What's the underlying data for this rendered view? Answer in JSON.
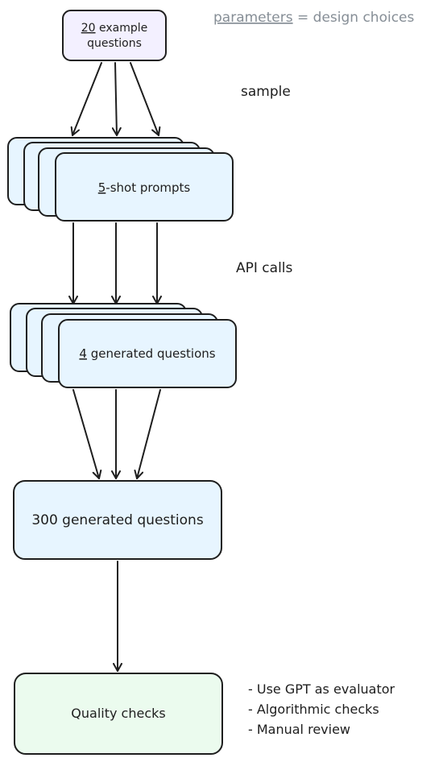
{
  "legend": {
    "param_word": "parameters",
    "rest": " = design choices",
    "param_color": "#868e96"
  },
  "colors": {
    "stroke": "#1e1e1e",
    "node_blue": "#e7f5ff",
    "node_purple": "#f3f0ff",
    "node_green": "#ebfbee"
  },
  "nodes": {
    "examples": {
      "num": "20",
      "line1_rest": " example",
      "line2": "questions"
    },
    "prompts": {
      "num": "5",
      "rest": "-shot prompts"
    },
    "generated": {
      "num": "4",
      "rest": " generated questions"
    },
    "pooled": {
      "text": "300 generated questions"
    },
    "quality": {
      "text": "Quality checks"
    }
  },
  "edge_labels": {
    "sample": "sample",
    "api": "API calls"
  },
  "quality_list": [
    "- Use GPT as evaluator",
    "- Algorithmic checks",
    "- Manual review"
  ]
}
